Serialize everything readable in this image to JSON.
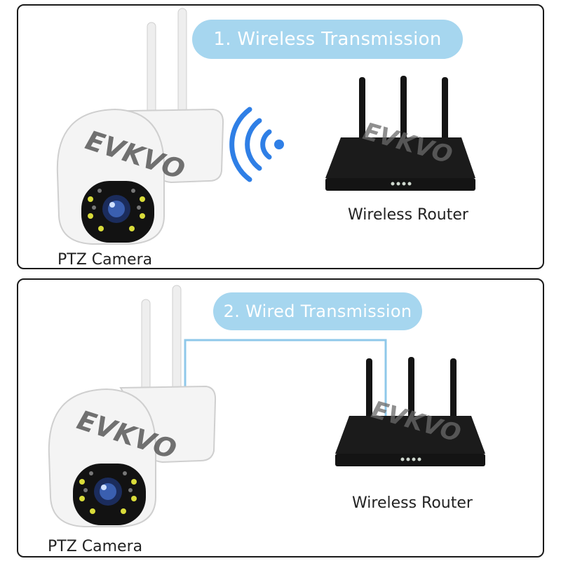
{
  "colors": {
    "pill_bg": "#a6d6ef",
    "pill_text": "#ffffff",
    "wifi": "#2f7fe6",
    "cable": "#8fc8ea",
    "router_body": "#141414",
    "camera_body": "#f4f4f4",
    "watermark": "#5a5a5a"
  },
  "brand": {
    "watermark": "EVKVO"
  },
  "sections": [
    {
      "title": "1. Wireless Transmission",
      "camera_label": "PTZ Camera",
      "router_label": "Wireless Router",
      "link_icon": "wifi-icon"
    },
    {
      "title": "2. Wired Transmission",
      "camera_label": "PTZ Camera",
      "router_label": "Wireless Router",
      "link_icon": "ethernet-cable"
    }
  ]
}
